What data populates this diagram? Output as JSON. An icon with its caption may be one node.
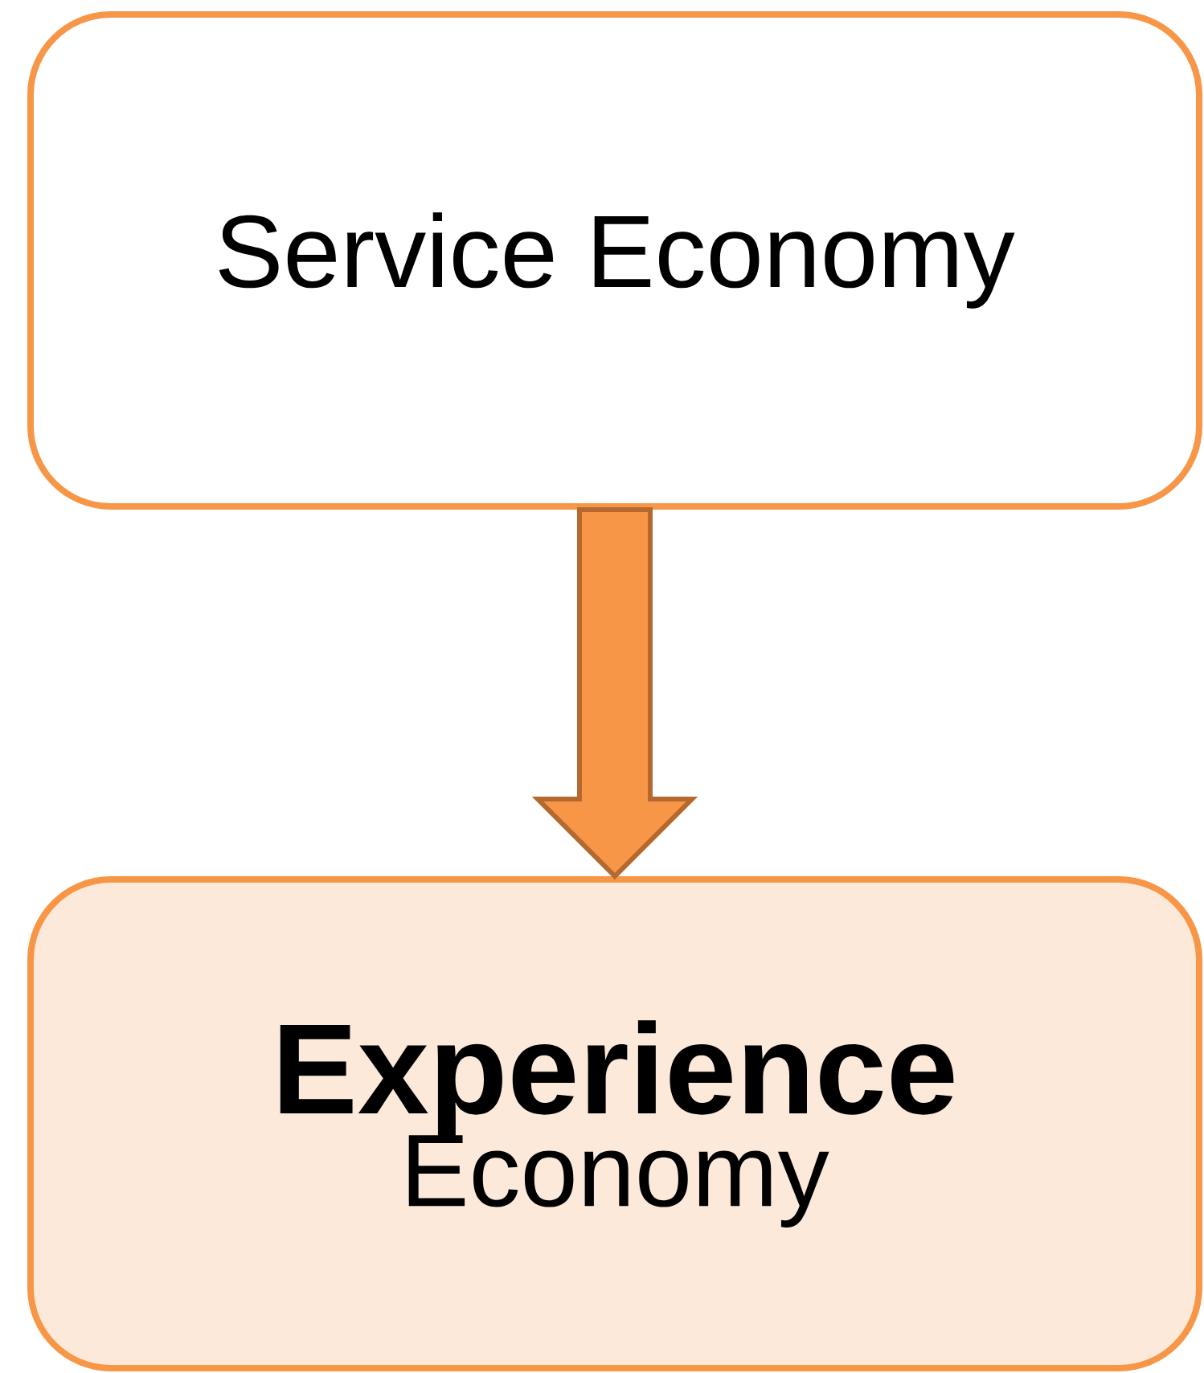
{
  "diagram": {
    "nodes": [
      {
        "text": [
          "Service Economy"
        ]
      },
      {
        "text": [
          "Experience",
          "Economy"
        ]
      }
    ],
    "edges": [
      {
        "from": 0,
        "to": 1,
        "arrow": "to"
      }
    ]
  }
}
